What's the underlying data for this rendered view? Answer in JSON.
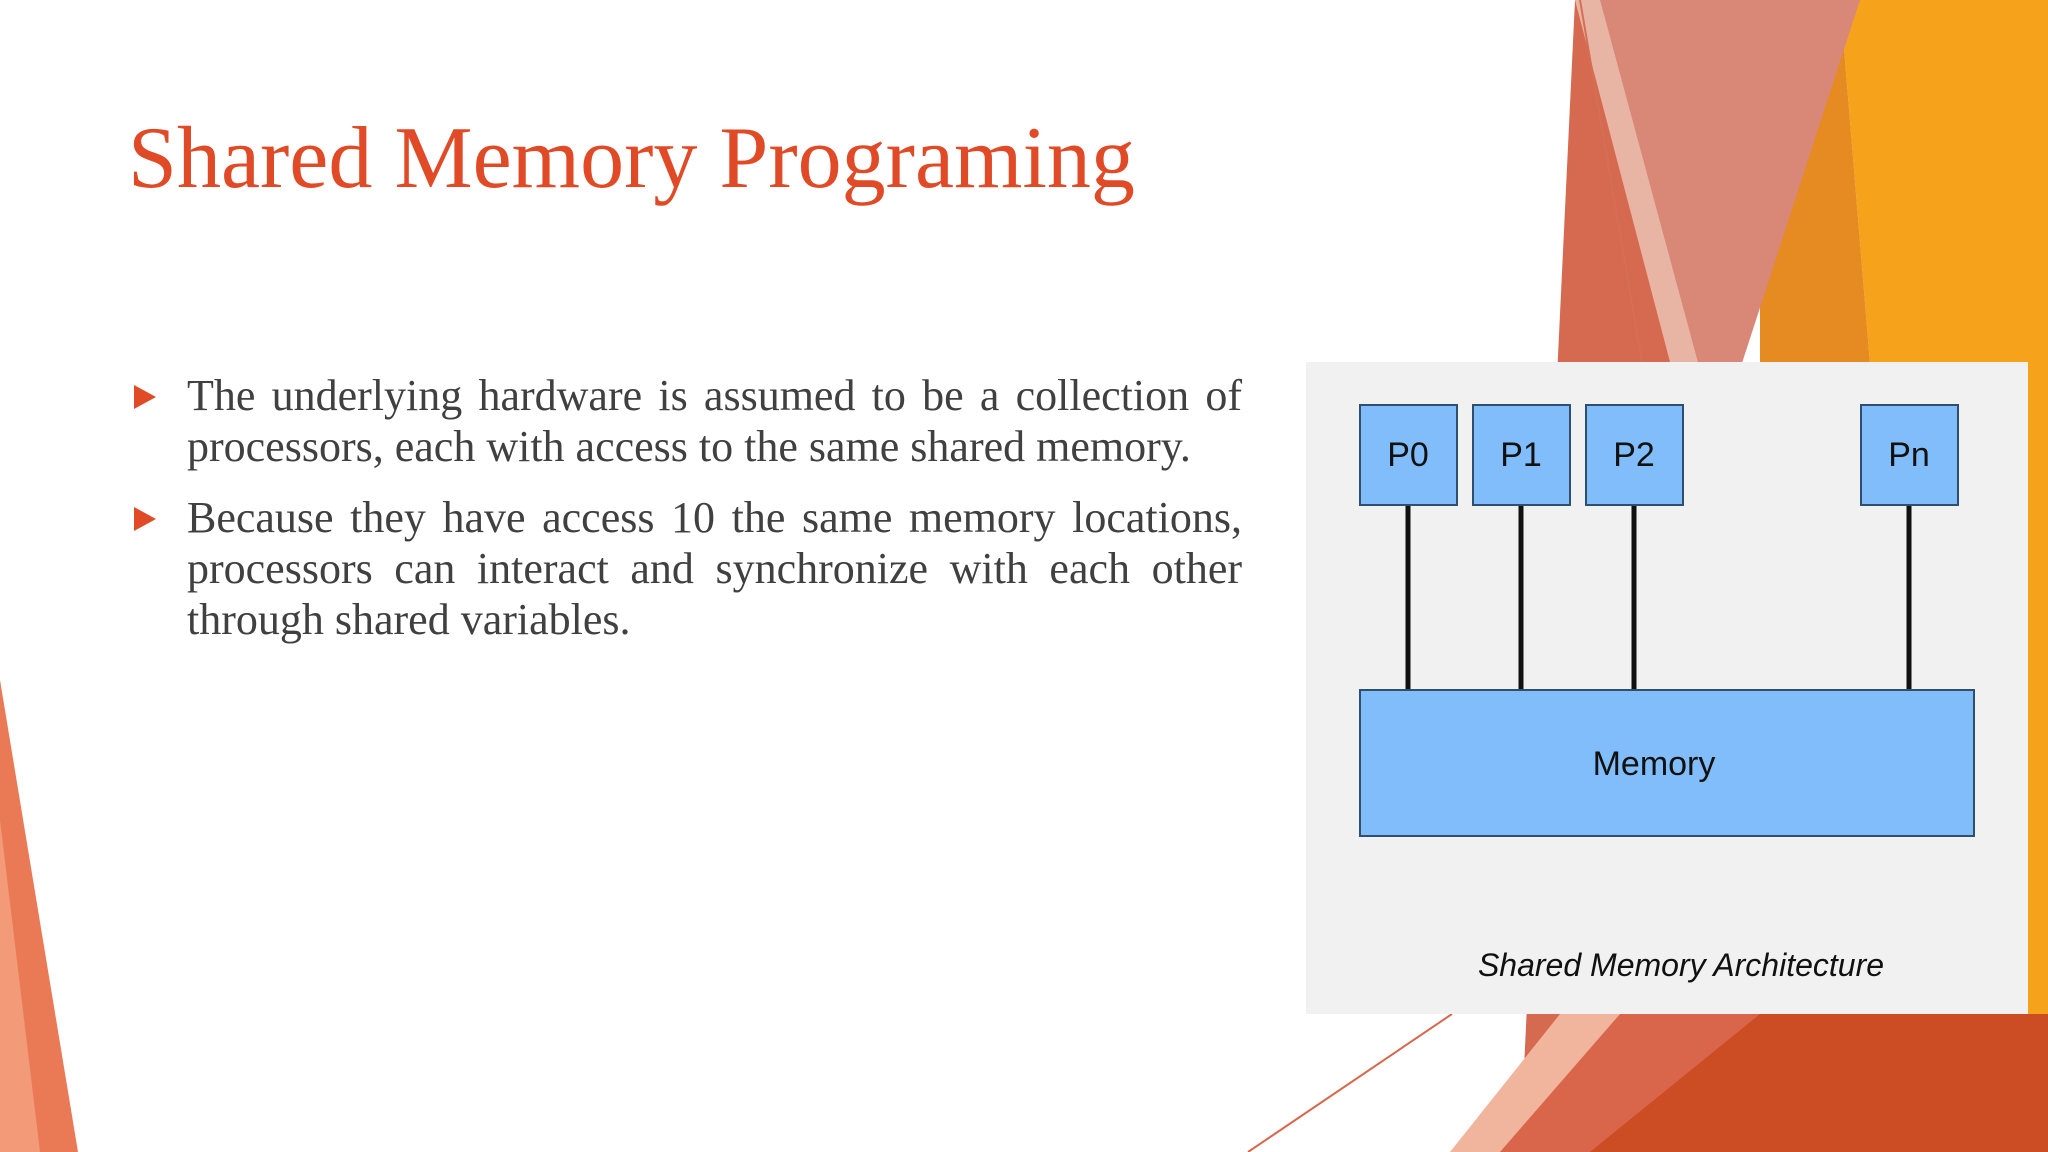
{
  "slide": {
    "title": "Shared Memory Programing",
    "bullets": [
      "The underlying hardware is assumed to be a collection of processors, each with access to the same shared memory.",
      "Because they have access 10 the same memory locations, processors can interact and synchronize with each other through shared variables."
    ]
  },
  "diagram": {
    "processors": [
      "P0",
      "P1",
      "P2",
      "Pn"
    ],
    "memory_label": "Memory",
    "caption": "Shared Memory Architecture"
  },
  "colors": {
    "accent": "#e04a26",
    "body_text": "#404040",
    "box_fill": "#80bdfa",
    "box_stroke": "#2f4f6f",
    "figure_bg": "#f1f1f1"
  }
}
